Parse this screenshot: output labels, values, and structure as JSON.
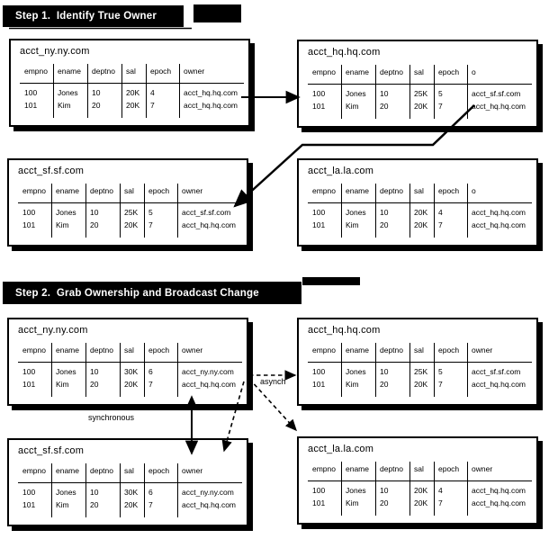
{
  "steps": [
    {
      "banner": "Step 1.  Identify True Owner",
      "tables": [
        {
          "title": "acct_ny.ny.com",
          "columns": [
            "empno",
            "ename",
            "deptno",
            "sal",
            "epoch",
            "owner"
          ],
          "rows": [
            [
              "100",
              "Jones",
              "10",
              "20K",
              "4",
              "acct_hq.hq.com"
            ],
            [
              "101",
              "Kim",
              "20",
              "20K",
              "7",
              "acct_hq.hq.com"
            ]
          ]
        },
        {
          "title": "acct_hq.hq.com",
          "columns": [
            "empno",
            "ename",
            "deptno",
            "sal",
            "epoch",
            "o"
          ],
          "rows": [
            [
              "100",
              "Jones",
              "10",
              "25K",
              "5",
              "acct_sf.sf.com"
            ],
            [
              "101",
              "Kim",
              "20",
              "20K",
              "7",
              "acct_hq.hq.com"
            ]
          ]
        },
        {
          "title": "acct_sf.sf.com",
          "columns": [
            "empno",
            "ename",
            "deptno",
            "sal",
            "epoch",
            "owner"
          ],
          "rows": [
            [
              "100",
              "Jones",
              "10",
              "25K",
              "5",
              "acct_sf.sf.com"
            ],
            [
              "101",
              "Kim",
              "20",
              "20K",
              "7",
              "acct_hq.hq.com"
            ]
          ]
        },
        {
          "title": "acct_la.la.com",
          "columns": [
            "empno",
            "ename",
            "deptno",
            "sal",
            "epoch",
            "o"
          ],
          "rows": [
            [
              "100",
              "Jones",
              "10",
              "20K",
              "4",
              "acct_hq.hq.com"
            ],
            [
              "101",
              "Kim",
              "20",
              "20K",
              "7",
              "acct_hq.hq.com"
            ]
          ]
        }
      ]
    },
    {
      "banner": "Step 2.  Grab Ownership and Broadcast Change",
      "labels": {
        "synchronous": "synchronous",
        "asynch": "asynch"
      },
      "tables": [
        {
          "title": "acct_ny.ny.com",
          "columns": [
            "empno",
            "ename",
            "deptno",
            "sal",
            "epoch",
            "owner"
          ],
          "rows": [
            [
              "100",
              "Jones",
              "10",
              "30K",
              "6",
              "acct_ny.ny.com"
            ],
            [
              "101",
              "Kim",
              "20",
              "20K",
              "7",
              "acct_hq.hq.com"
            ]
          ]
        },
        {
          "title": "acct_hq.hq.com",
          "columns": [
            "empno",
            "ename",
            "deptno",
            "sal",
            "epoch",
            "owner"
          ],
          "rows": [
            [
              "100",
              "Jones",
              "10",
              "25K",
              "5",
              "acct_sf.sf.com"
            ],
            [
              "101",
              "Kim",
              "20",
              "20K",
              "7",
              "acct_hq.hq.com"
            ]
          ]
        },
        {
          "title": "acct_sf.sf.com",
          "columns": [
            "empno",
            "ename",
            "deptno",
            "sal",
            "epoch",
            "owner"
          ],
          "rows": [
            [
              "100",
              "Jones",
              "10",
              "30K",
              "6",
              "acct_ny.ny.com"
            ],
            [
              "101",
              "Kim",
              "20",
              "20K",
              "7",
              "acct_hq.hq.com"
            ]
          ]
        },
        {
          "title": "acct_la.la.com",
          "columns": [
            "empno",
            "ename",
            "deptno",
            "sal",
            "epoch",
            "owner"
          ],
          "rows": [
            [
              "100",
              "Jones",
              "10",
              "20K",
              "4",
              "acct_hq.hq.com"
            ],
            [
              "101",
              "Kim",
              "20",
              "20K",
              "7",
              "acct_hq.hq.com"
            ]
          ]
        }
      ]
    }
  ],
  "colors": {
    "ink": "#000000",
    "paper": "#ffffff"
  }
}
